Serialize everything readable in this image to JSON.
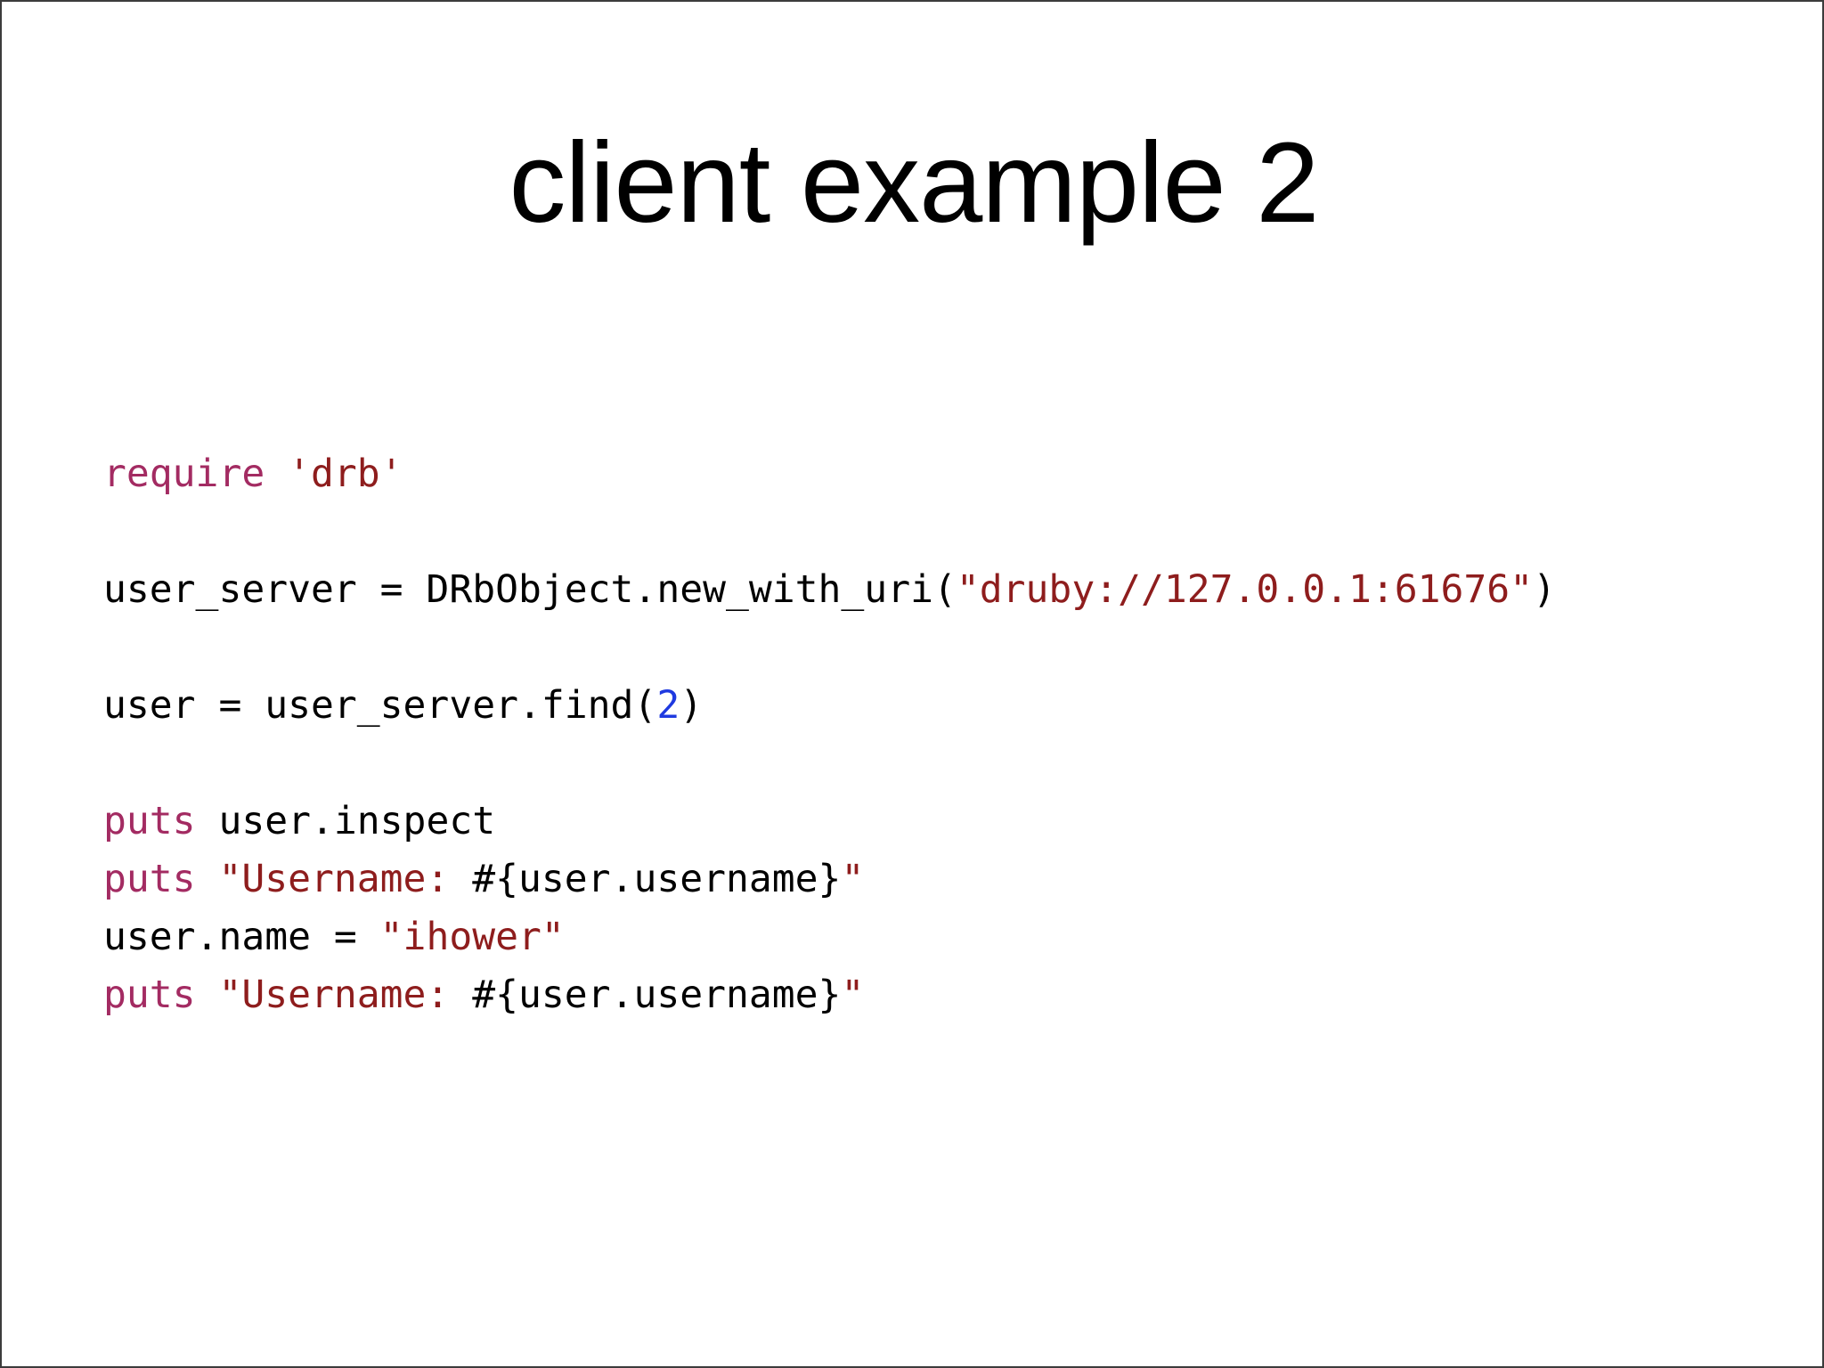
{
  "slide": {
    "title": "client example 2",
    "background_color": "#ffffff",
    "border_color": "#3c3c3c"
  },
  "palette": {
    "plain": "#000000",
    "keyword": "#a32b62",
    "string": "#8e1d1d",
    "interpolation": "#4a7168",
    "number": "#1f3ae0"
  },
  "code": {
    "language": "ruby",
    "lines": [
      {
        "tokens": [
          {
            "text": "require",
            "type": "keyword"
          },
          {
            "text": " ",
            "type": "plain"
          },
          {
            "text": "'drb'",
            "type": "string"
          }
        ]
      },
      {
        "tokens": []
      },
      {
        "tokens": [
          {
            "text": "user_server = DRbObject.new_with_uri(",
            "type": "plain"
          },
          {
            "text": "\"druby://127.0.0.1:61676\"",
            "type": "string"
          },
          {
            "text": ")",
            "type": "plain"
          }
        ]
      },
      {
        "tokens": []
      },
      {
        "tokens": [
          {
            "text": "user = user_server.find(",
            "type": "plain"
          },
          {
            "text": "2",
            "type": "number"
          },
          {
            "text": ")",
            "type": "plain"
          }
        ]
      },
      {
        "tokens": []
      },
      {
        "tokens": [
          {
            "text": "puts",
            "type": "keyword"
          },
          {
            "text": " user.inspect",
            "type": "plain"
          }
        ]
      },
      {
        "tokens": [
          {
            "text": "puts",
            "type": "keyword"
          },
          {
            "text": " ",
            "type": "plain"
          },
          {
            "text": "\"Username: ",
            "type": "string"
          },
          {
            "text": "#{user.username}",
            "type": "interpolation"
          },
          {
            "text": "\"",
            "type": "string"
          }
        ]
      },
      {
        "tokens": [
          {
            "text": "user.name = ",
            "type": "plain"
          },
          {
            "text": "\"ihower\"",
            "type": "string"
          }
        ]
      },
      {
        "tokens": [
          {
            "text": "puts",
            "type": "keyword"
          },
          {
            "text": " ",
            "type": "plain"
          },
          {
            "text": "\"Username: ",
            "type": "string"
          },
          {
            "text": "#{user.username}",
            "type": "interpolation"
          },
          {
            "text": "\"",
            "type": "string"
          }
        ]
      }
    ]
  }
}
